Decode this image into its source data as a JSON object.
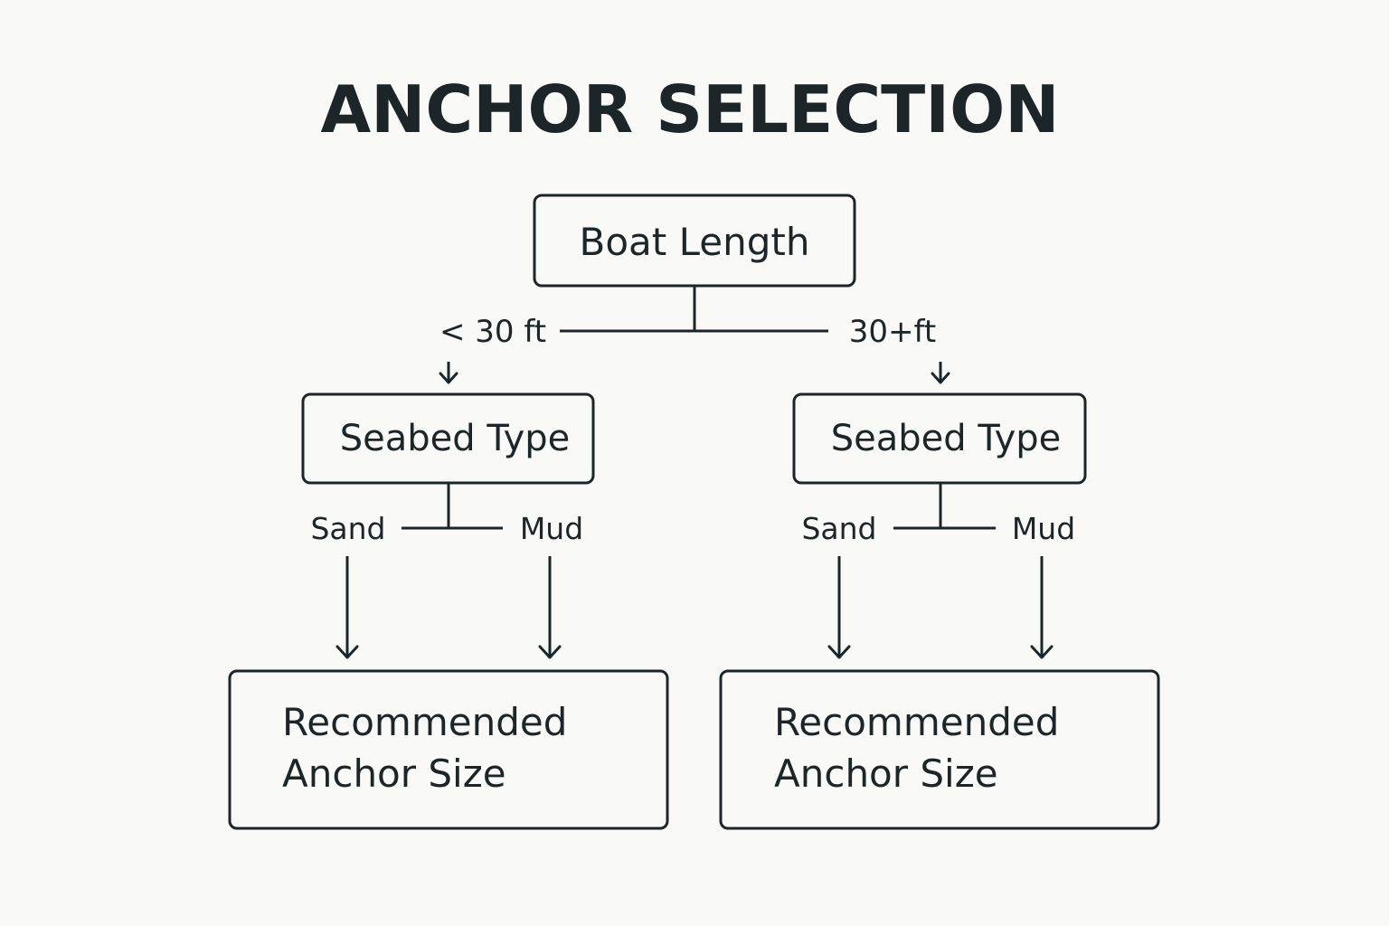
{
  "colors": {
    "background": "#f9f9f7",
    "ink": "#1c2629"
  },
  "title": "ANCHOR SELECTION",
  "root": {
    "label": "Boat Length"
  },
  "branches": [
    {
      "condition": "< 30 ft",
      "node": "Seabed Type",
      "options": [
        "Sand",
        "Mud"
      ],
      "result_lines": [
        "Recommended",
        "Anchor Size"
      ]
    },
    {
      "condition": "30+ft",
      "node": "Seabed Type",
      "options": [
        "Sand",
        "Mud"
      ],
      "result_lines": [
        "Recommended",
        "Anchor Size"
      ]
    }
  ]
}
